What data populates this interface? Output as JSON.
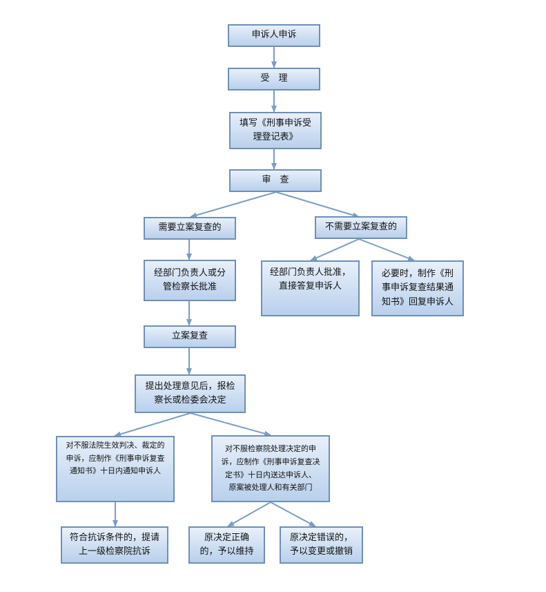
{
  "nodes": {
    "complaint": "申诉人申诉",
    "accept": "受　理",
    "fill_form": "填写《刑事申诉受理登记表》",
    "review": "审　查",
    "need_reexam": "需要立案复查的",
    "no_need_reexam": "不需要立案复查的",
    "dept_head_approve": "经部门负责人或分管检察长批准",
    "direct_reply": "经部门负责人批准，直接答复申诉人",
    "notice_reply": "必要时，制作《刑事申诉复查结果通知书》回复申诉人",
    "file_reexam": "立案复查",
    "propose_opinion": "提出处理意见后，报检察长或检委会决定",
    "court_judgment": "对不服法院生效判决、裁定的申诉，应制作《刑事申诉复查通知书》十日内通知申诉人",
    "procuratorate_decision": "对不服检察院处理决定的申诉，应制作《刑事申诉复查决定书》十日内送达申诉人、原案被处理人和有关部门",
    "protest": "符合抗诉条件的，提请上一级检察院抗诉",
    "maintain": "原决定正确的，予以维持",
    "change": "原决定错误的，予以变更或撤销"
  },
  "display_lines": {
    "fill_form": "填写《刑事申诉受\n理登记表》",
    "dept_head_approve": "经部门负责人或分\n管检察长批准",
    "direct_reply": "经部门负责人批准，\n直接答复申诉人",
    "notice_reply": "必要时，制作《刑\n事申诉复查结果通\n知书》回复申诉人",
    "propose_opinion": "提出处理意见后，报检\n察长或检委会决定",
    "court_judgment": "对不服法院生效判决、裁定的\n申诉，应制作《刑事申诉复查\n通知书》十日内通知申诉人",
    "procuratorate_decision": "对不服检察院处理决定的申\n诉，应制作《刑事申诉复查决\n定书》十日内送达申诉人、\n原案被处理人和有关部门",
    "protest": "符合抗诉条件的，提请\n上一级检察院抗诉",
    "maintain": "原决定正确\n的，予以维持",
    "change": "原决定错误的，\n予以变更或撤销"
  },
  "colors": {
    "box_border": "#6f8fb4",
    "box_fill_top": "#e8f0fa",
    "box_fill_bottom": "#b9d0ec",
    "arrow": "#7a9cc4"
  }
}
